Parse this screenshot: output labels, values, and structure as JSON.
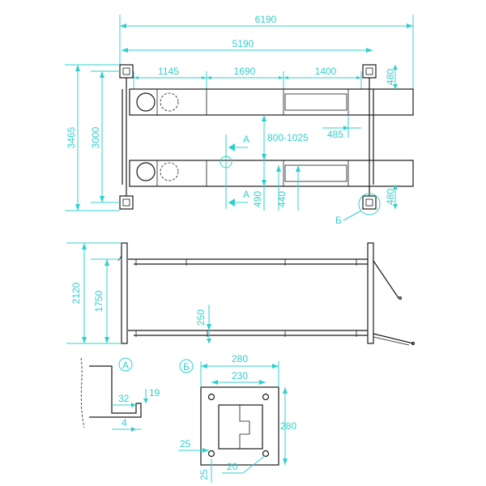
{
  "top_view": {
    "dims": {
      "overall_length": "6190",
      "inner_length": "5190",
      "seg_1": "1145",
      "seg_2": "1690",
      "seg_3": "1400",
      "post_depth_top": "480",
      "post_depth_bottom": "480",
      "overall_width": "3465",
      "post_spacing": "3000",
      "track_gap": "800-1025",
      "offset": "485",
      "runway_width": "490",
      "insert_width": "440"
    },
    "section_mark": "A",
    "detail_ref": "Б"
  },
  "side_view": {
    "dims": {
      "total_height": "2120",
      "lift_height": "1750",
      "min_height": "250"
    }
  },
  "detail_a": {
    "label": "A",
    "dims": {
      "d1": "32",
      "d2": "19",
      "d3": "4"
    }
  },
  "detail_b": {
    "label": "Б",
    "dims": {
      "outer": "280",
      "inner": "230",
      "height": "280",
      "hole_offset_x": "25",
      "hole_offset_y": "25",
      "hole_dia": "20"
    }
  }
}
